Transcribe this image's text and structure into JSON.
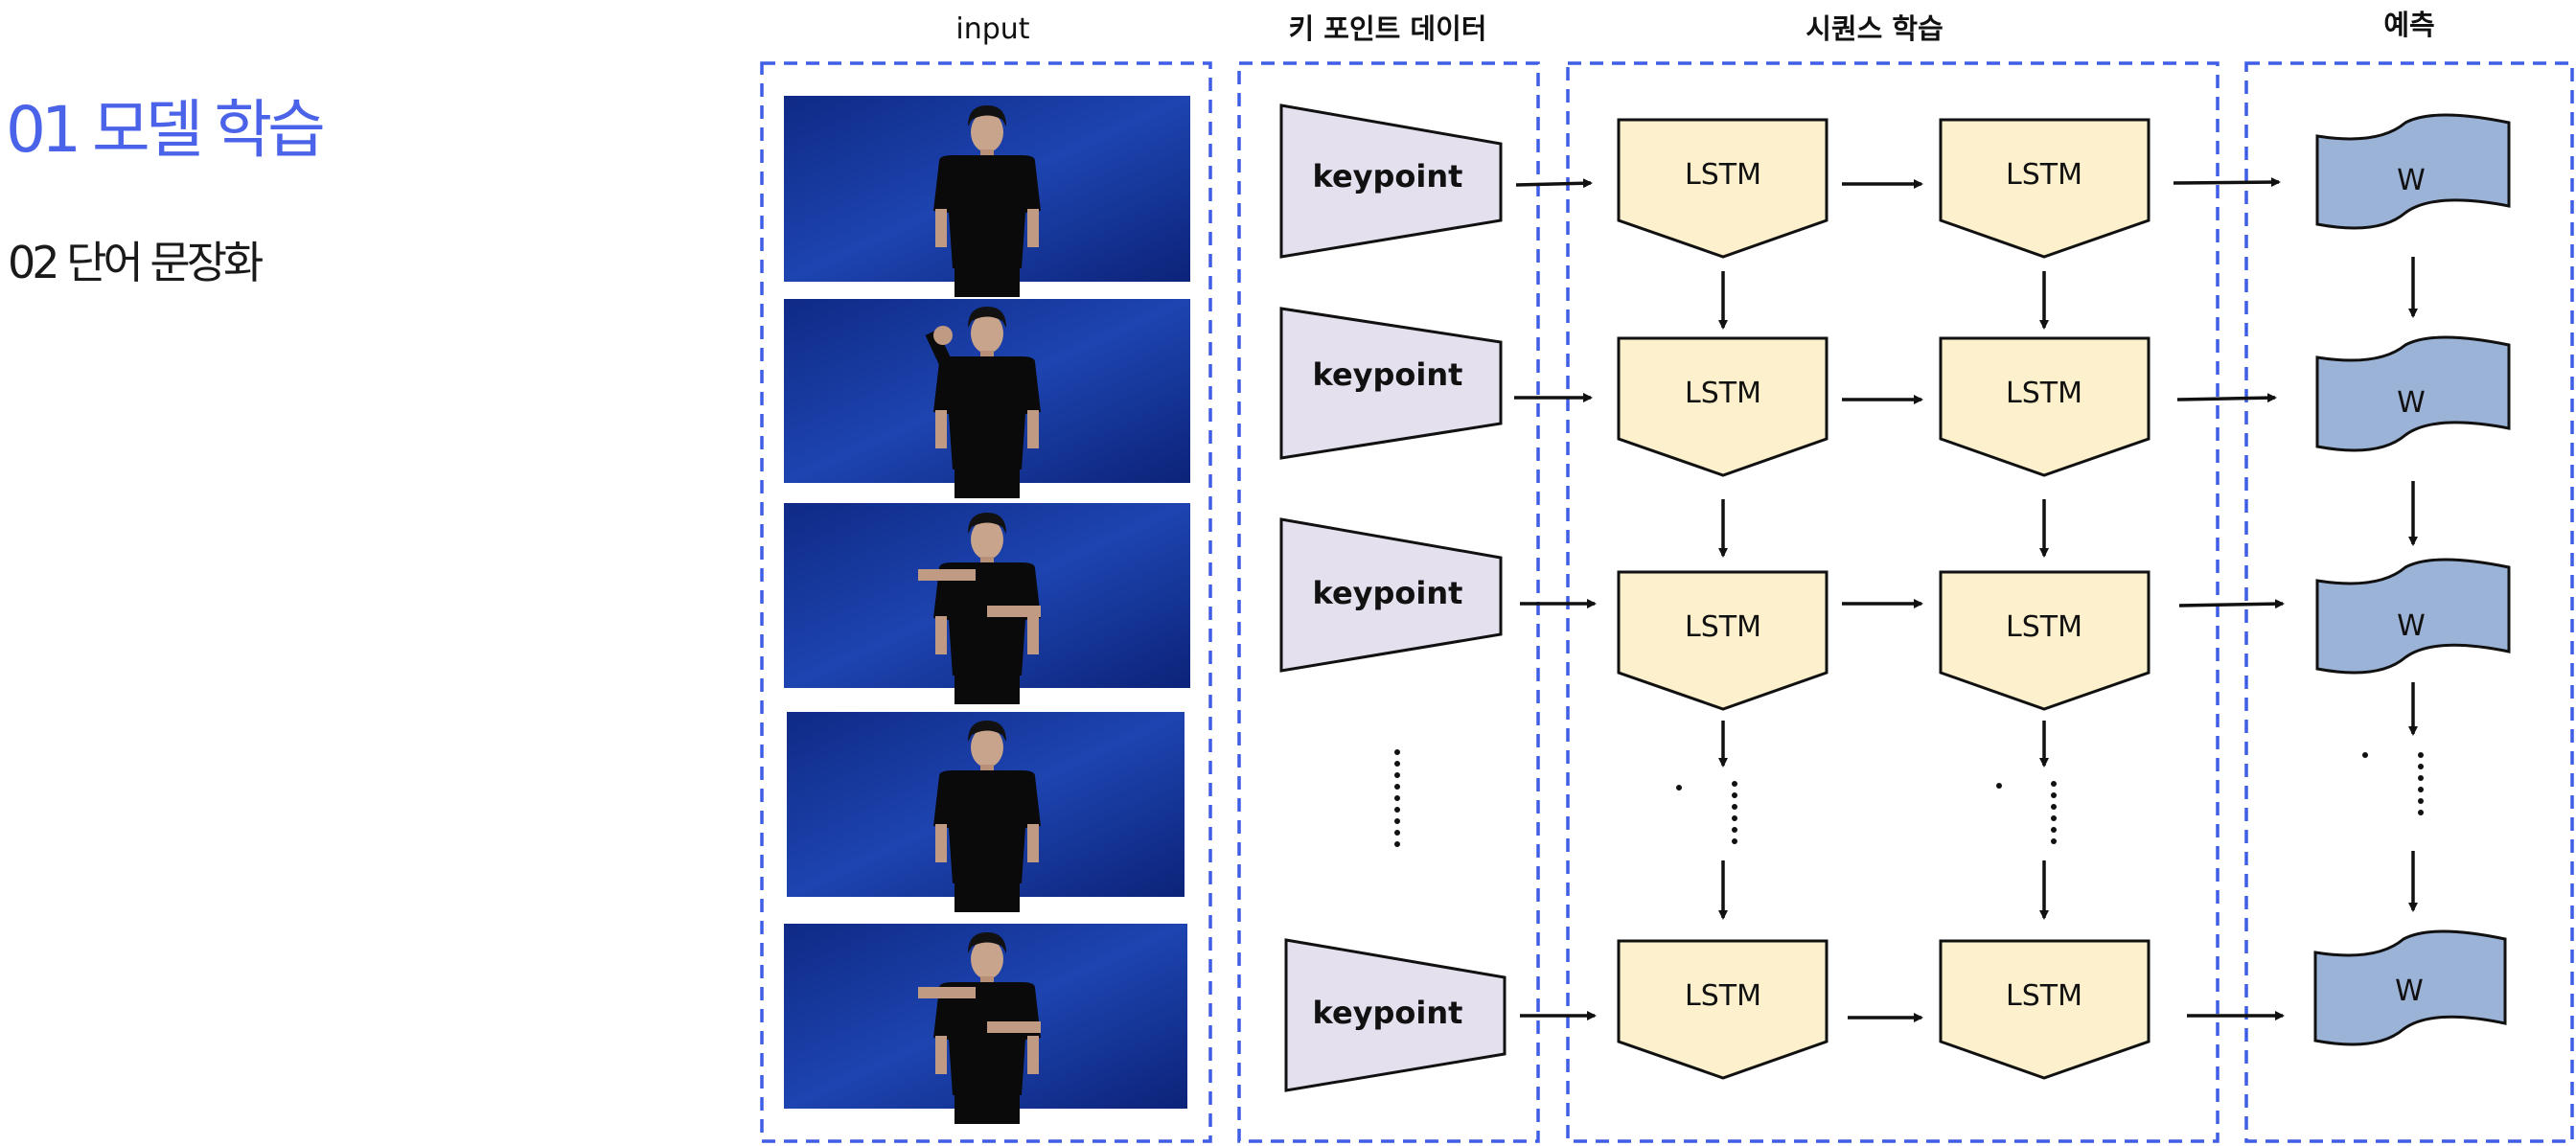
{
  "sidebar": {
    "items": [
      {
        "label": "01 모델 학습",
        "active": true
      },
      {
        "label": "02 단어 문장화",
        "active": false
      }
    ]
  },
  "diagram": {
    "sections": [
      "input",
      "키 포인트 데이터",
      "시퀀스 학습",
      "예측"
    ],
    "keypoint_label": "keypoint",
    "lstm_label": "LSTM",
    "output_label": "W",
    "frame_count": 5
  },
  "colors": {
    "accent": "#4a63e8",
    "border_dash": "#3f5ee6",
    "keypoint_fill": "#e4e0ee",
    "lstm_fill": "#fcf1cc",
    "output_fill": "#9cb3d8",
    "frame_bg": "#1a3fa8"
  }
}
